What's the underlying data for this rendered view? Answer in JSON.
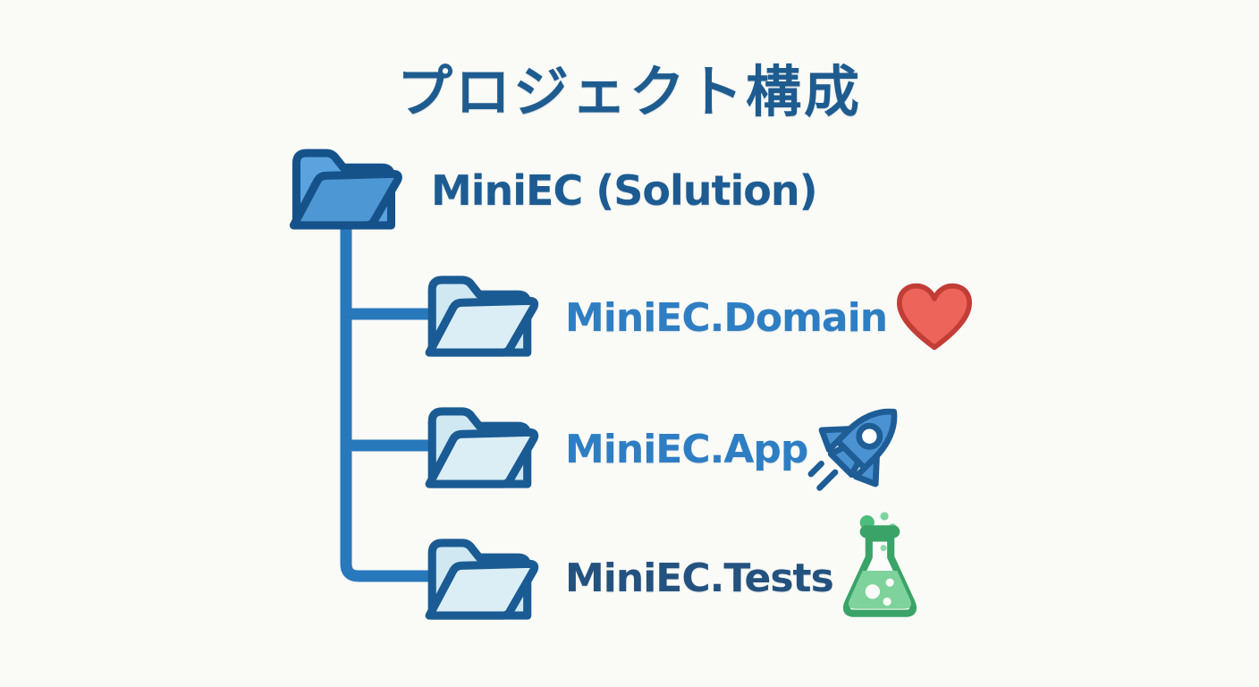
{
  "title": "プロジェクト構成",
  "tree": {
    "root": {
      "label": "MiniEC (Solution)",
      "icon": "open-folder-icon"
    },
    "children": [
      {
        "label": "MiniEC.Domain",
        "icon": "heart-icon"
      },
      {
        "label": "MiniEC.App",
        "icon": "rocket-icon"
      },
      {
        "label": "MiniEC.Tests",
        "icon": "flask-icon"
      }
    ]
  },
  "colors": {
    "background": "#fafaf7",
    "title_text": "#1e5c90",
    "root_label_text": "#1d5c92",
    "child_label_text": "#2e7ec3",
    "tests_label_text": "#24527f",
    "connector_line": "#2878bc",
    "root_folder_fill": "#4e97d5",
    "root_folder_back_fill": "#5ba3de",
    "root_folder_outline": "#16528a",
    "child_folder_fill": "#dbeef6",
    "child_folder_back_fill": "#cfe8f2",
    "child_folder_outline": "#1a5b93",
    "heart_fill": "#ed645a",
    "heart_outline": "#c23d36",
    "rocket_fill": "#4b92d2",
    "rocket_outline": "#1e5d95",
    "flask_green": "#3aa468",
    "flask_liquid": "#7ed29b"
  }
}
